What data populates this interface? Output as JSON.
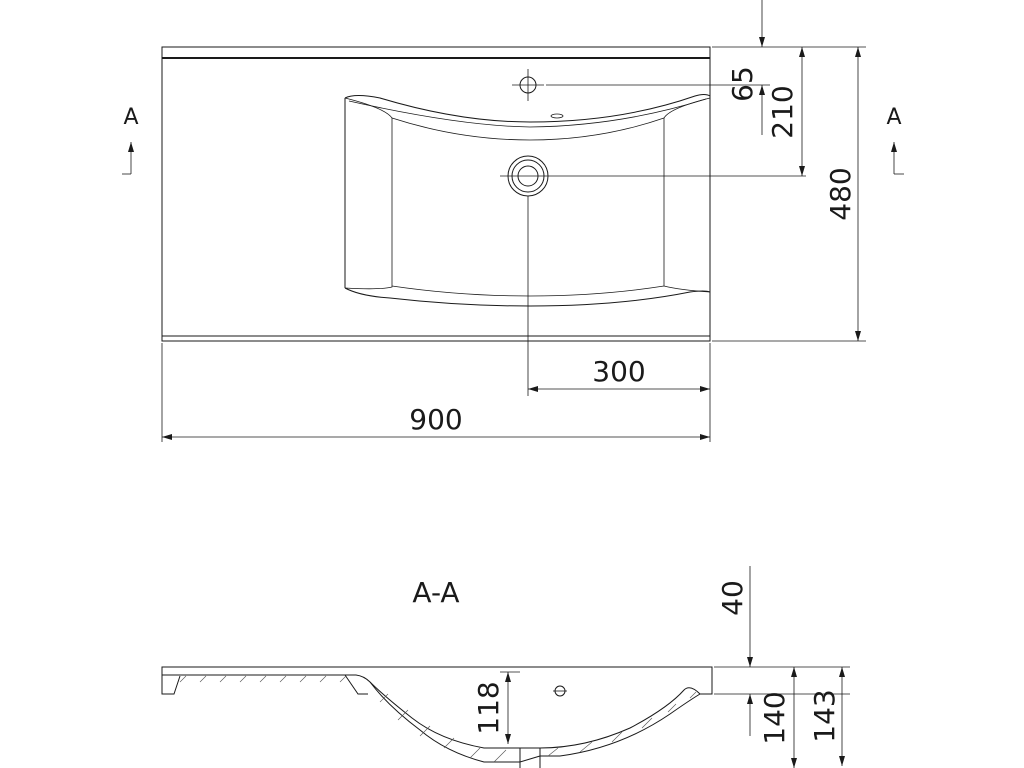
{
  "plan_view": {
    "section_marker_left": "A",
    "section_marker_right": "A",
    "dimensions": {
      "tap_hole_offset": "65",
      "drain_from_back": "210",
      "depth": "480",
      "drain_from_side": "300",
      "width": "900"
    }
  },
  "section_view": {
    "title": "A-A",
    "dimensions": {
      "top_thickness": "40",
      "bowl_depth": "118",
      "inner_height": "140",
      "total_height": "143"
    }
  }
}
